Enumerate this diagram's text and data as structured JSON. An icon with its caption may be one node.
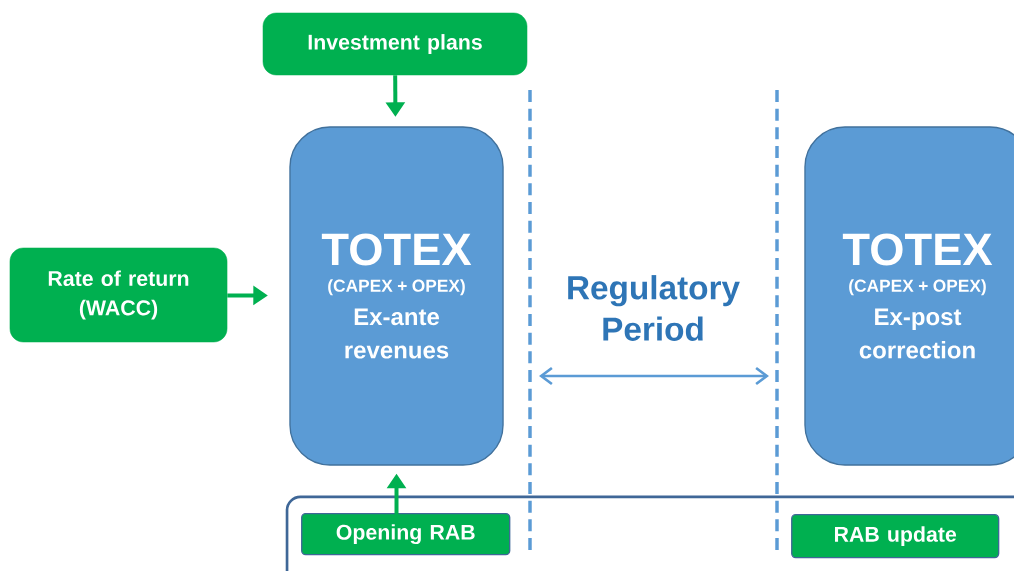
{
  "diagram": {
    "nodes": [
      {
        "text": [
          "Investment plans"
        ]
      },
      {
        "text": [
          "Rate of return (WACC)"
        ]
      },
      {
        "text": [
          "TOTEX",
          "(CAPEX + OPEX)",
          "Ex-ante revenues"
        ]
      },
      {
        "text": [
          "TOTEX",
          "(CAPEX + OPEX)",
          "Ex-post correction"
        ]
      },
      {
        "text": [],
        "shape": "box"
      },
      {
        "text": [
          "Opening RAB"
        ],
        "in": 4
      },
      {
        "text": [
          "RAB update"
        ],
        "in": 4
      }
    ],
    "edges": [
      {
        "from": 0,
        "to": 2,
        "arrow": "to"
      },
      {
        "from": 1,
        "to": 2,
        "arrow": "to"
      },
      {
        "from": 5,
        "to": 2,
        "arrow": "to"
      }
    ],
    "labels": [
      "Regulatory Period"
    ]
  }
}
